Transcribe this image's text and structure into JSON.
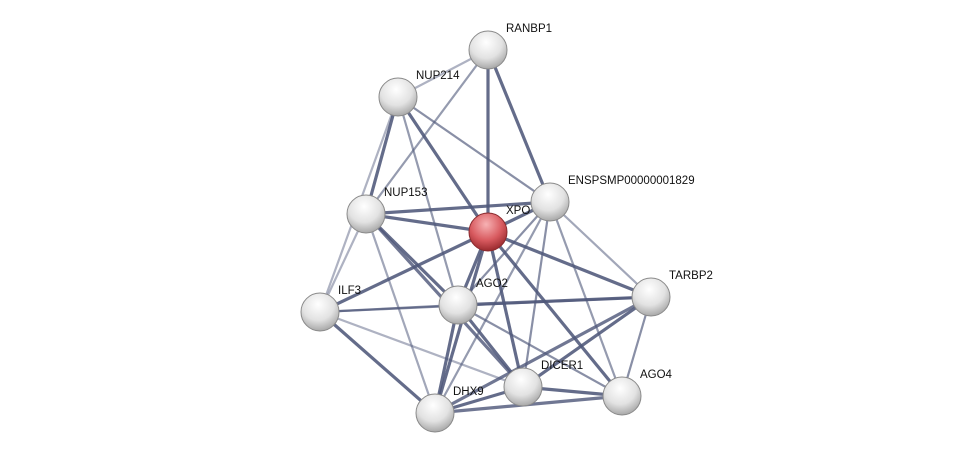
{
  "colors": {
    "edge": "#4f587a",
    "node": "#e6e6e6",
    "query_node": "#d9595e"
  },
  "nodes": [
    {
      "id": "RANBP1",
      "label": "RANBP1"
    },
    {
      "id": "NUP214",
      "label": "NUP214"
    },
    {
      "id": "ENS",
      "label": "ENSPSMP00000001829"
    },
    {
      "id": "NUP153",
      "label": "NUP153"
    },
    {
      "id": "XPO",
      "label": "XPO",
      "query": true
    },
    {
      "id": "TARBP2",
      "label": "TARBP2"
    },
    {
      "id": "ILF3",
      "label": "ILF3"
    },
    {
      "id": "AGO2",
      "label": "AGO2"
    },
    {
      "id": "DICER1",
      "label": "DICER1"
    },
    {
      "id": "AGO4",
      "label": "AGO4"
    },
    {
      "id": "DHX9",
      "label": "DHX9"
    }
  ],
  "edges": [
    [
      "RANBP1",
      "NUP214",
      0.3
    ],
    [
      "RANBP1",
      "NUP153",
      0.5
    ],
    [
      "RANBP1",
      "XPO",
      0.9
    ],
    [
      "RANBP1",
      "ENS",
      0.9
    ],
    [
      "NUP214",
      "NUP153",
      0.9
    ],
    [
      "NUP214",
      "XPO",
      0.9
    ],
    [
      "NUP214",
      "ENS",
      0.6
    ],
    [
      "NUP214",
      "AGO2",
      0.5
    ],
    [
      "NUP214",
      "ILF3",
      0.3
    ],
    [
      "NUP153",
      "ENS",
      0.9
    ],
    [
      "NUP153",
      "XPO",
      0.9
    ],
    [
      "NUP153",
      "ILF3",
      0.3
    ],
    [
      "NUP153",
      "AGO2",
      0.9
    ],
    [
      "NUP153",
      "DICER1",
      0.8
    ],
    [
      "NUP153",
      "DHX9",
      0.4
    ],
    [
      "XPO",
      "ENS",
      0.9
    ],
    [
      "XPO",
      "AGO2",
      0.9
    ],
    [
      "XPO",
      "ILF3",
      0.9
    ],
    [
      "XPO",
      "DHX9",
      0.9
    ],
    [
      "XPO",
      "DICER1",
      0.9
    ],
    [
      "XPO",
      "AGO4",
      0.9
    ],
    [
      "XPO",
      "TARBP2",
      0.9
    ],
    [
      "ENS",
      "AGO2",
      0.6
    ],
    [
      "ENS",
      "DHX9",
      0.5
    ],
    [
      "ENS",
      "DICER1",
      0.6
    ],
    [
      "ENS",
      "AGO4",
      0.5
    ],
    [
      "ENS",
      "TARBP2",
      0.4
    ],
    [
      "ILF3",
      "AGO2",
      0.6
    ],
    [
      "ILF3",
      "TARBP2",
      0.6
    ],
    [
      "ILF3",
      "DICER1",
      0.3
    ],
    [
      "ILF3",
      "DHX9",
      0.9
    ],
    [
      "AGO2",
      "TARBP2",
      0.9
    ],
    [
      "AGO2",
      "DICER1",
      0.9
    ],
    [
      "AGO2",
      "DHX9",
      0.9
    ],
    [
      "AGO2",
      "AGO4",
      0.6
    ],
    [
      "DICER1",
      "TARBP2",
      0.9
    ],
    [
      "DICER1",
      "AGO4",
      0.9
    ],
    [
      "DICER1",
      "DHX9",
      0.9
    ],
    [
      "DHX9",
      "AGO4",
      0.8
    ],
    [
      "DHX9",
      "TARBP2",
      0.8
    ],
    [
      "AGO4",
      "TARBP2",
      0.6
    ]
  ]
}
